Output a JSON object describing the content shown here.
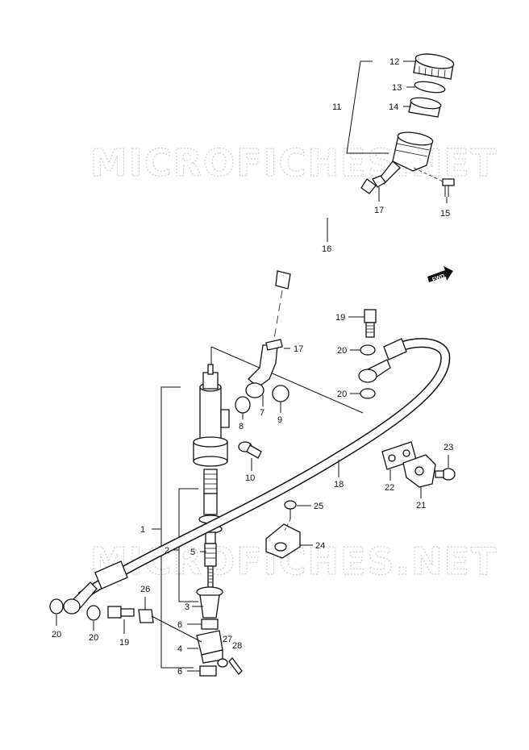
{
  "watermark": {
    "top": "MICROFICHES.NET",
    "bottom": "MICROFICHES.NET"
  },
  "fwd_label": "FWD",
  "callouts": [
    {
      "id": "c1",
      "text": "1"
    },
    {
      "id": "c2",
      "text": "2"
    },
    {
      "id": "c3",
      "text": "3"
    },
    {
      "id": "c4",
      "text": "4"
    },
    {
      "id": "c5",
      "text": "5"
    },
    {
      "id": "c6a",
      "text": "6"
    },
    {
      "id": "c6b",
      "text": "6"
    },
    {
      "id": "c7",
      "text": "7"
    },
    {
      "id": "c8",
      "text": "8"
    },
    {
      "id": "c9",
      "text": "9"
    },
    {
      "id": "c10",
      "text": "10"
    },
    {
      "id": "c11",
      "text": "11"
    },
    {
      "id": "c12",
      "text": "12"
    },
    {
      "id": "c13",
      "text": "13"
    },
    {
      "id": "c14",
      "text": "14"
    },
    {
      "id": "c15",
      "text": "15"
    },
    {
      "id": "c16",
      "text": "16"
    },
    {
      "id": "c17a",
      "text": "17"
    },
    {
      "id": "c17b",
      "text": "17"
    },
    {
      "id": "c18",
      "text": "18"
    },
    {
      "id": "c19a",
      "text": "19"
    },
    {
      "id": "c19b",
      "text": "19"
    },
    {
      "id": "c20a",
      "text": "20"
    },
    {
      "id": "c20b",
      "text": "20"
    },
    {
      "id": "c20c",
      "text": "20"
    },
    {
      "id": "c20d",
      "text": "20"
    },
    {
      "id": "c21",
      "text": "21"
    },
    {
      "id": "c22",
      "text": "22"
    },
    {
      "id": "c23",
      "text": "23"
    },
    {
      "id": "c24",
      "text": "24"
    },
    {
      "id": "c25",
      "text": "25"
    },
    {
      "id": "c26",
      "text": "26"
    },
    {
      "id": "c27",
      "text": "27"
    },
    {
      "id": "c28",
      "text": "28"
    }
  ]
}
